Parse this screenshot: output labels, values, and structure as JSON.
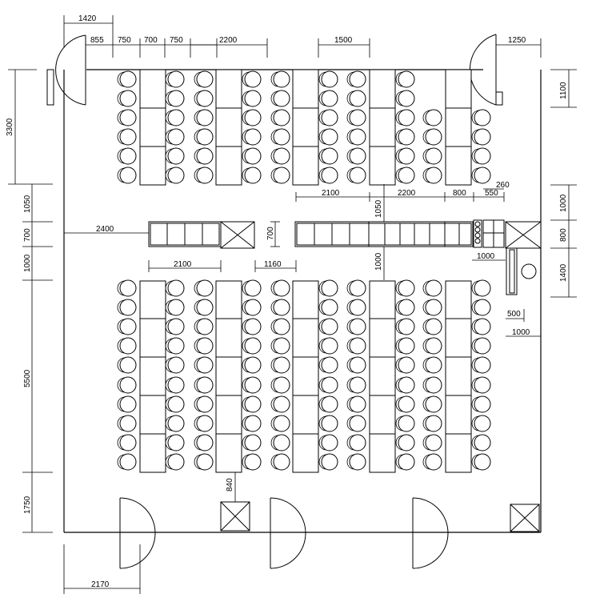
{
  "dimensions": {
    "top": [
      "1420",
      "855",
      "750",
      "700",
      "750",
      "2200",
      "1500",
      "1250"
    ],
    "left": [
      "3300",
      "1050",
      "700",
      "1000",
      "5500",
      "1750"
    ],
    "right": [
      "1100",
      "1000",
      "800",
      "1400"
    ],
    "middle": [
      "2400",
      "700",
      "2100",
      "1160",
      "2100",
      "2200",
      "800",
      "260",
      "550",
      "1050",
      "1000",
      "1000",
      "500",
      "1000",
      "840",
      "2170"
    ]
  }
}
